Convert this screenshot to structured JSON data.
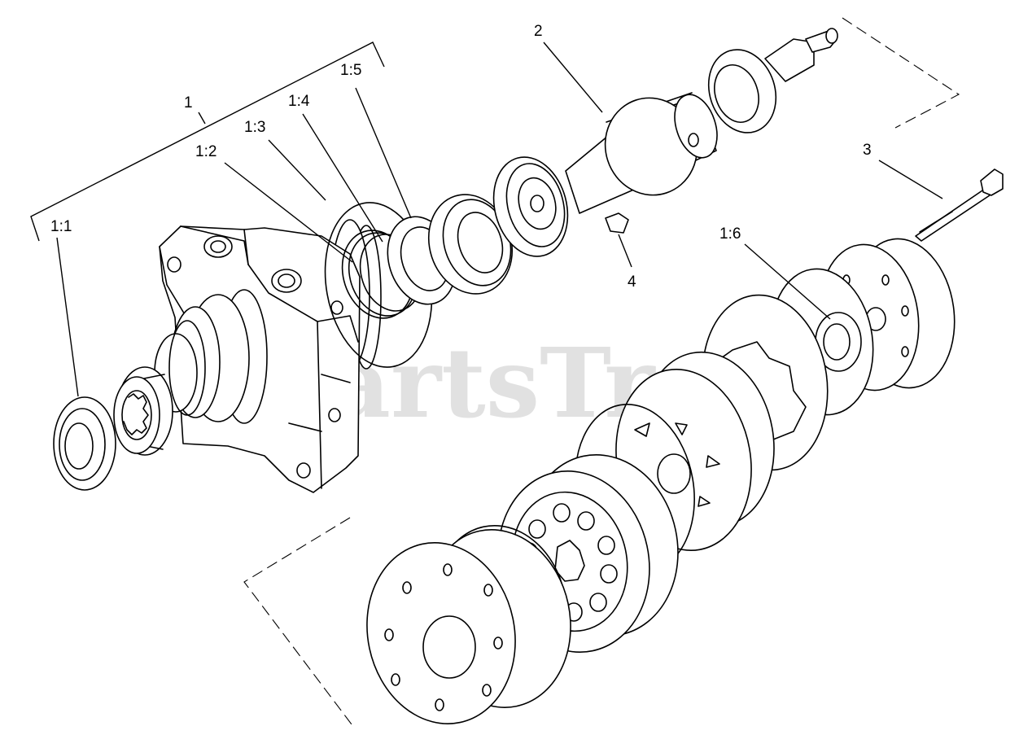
{
  "watermark": {
    "text": "PartsTree",
    "mark": "TM"
  },
  "callouts": {
    "c1": "1",
    "c1_1": "1:1",
    "c1_2": "1:2",
    "c1_3": "1:3",
    "c1_4": "1:4",
    "c1_5": "1:5",
    "c1_6": "1:6",
    "c2": "2",
    "c3": "3",
    "c4": "4"
  }
}
